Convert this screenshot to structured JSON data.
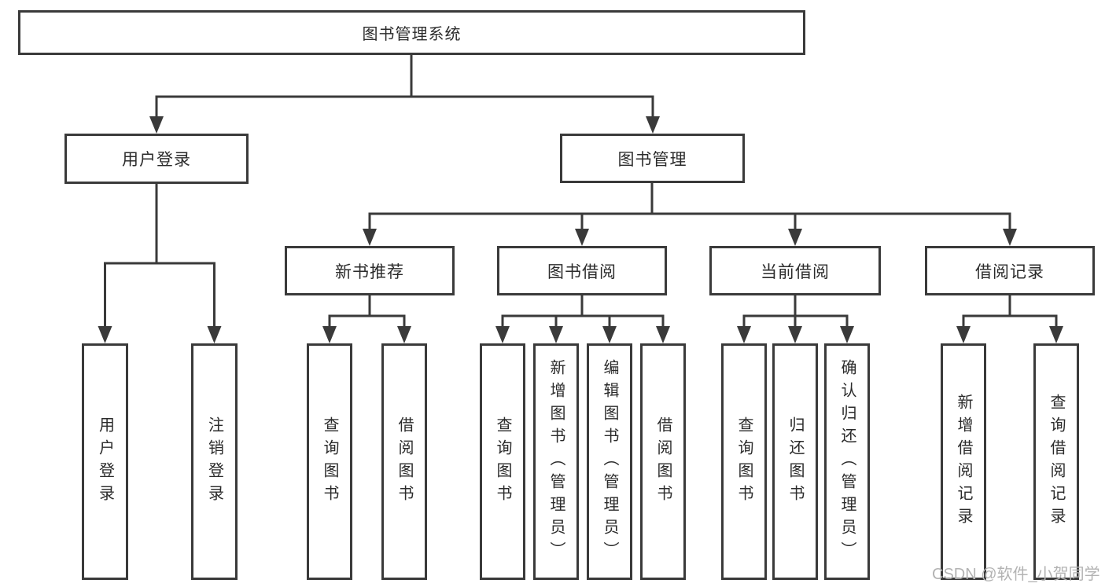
{
  "diagram_type": "hierarchy-tree",
  "tree": {
    "label": "图书管理系统",
    "children": [
      {
        "label": "用户登录",
        "children": [
          {
            "label": "用户登录"
          },
          {
            "label": "注销登录"
          }
        ]
      },
      {
        "label": "图书管理",
        "children": [
          {
            "label": "新书推荐",
            "children": [
              {
                "label": "查询图书"
              },
              {
                "label": "借阅图书"
              }
            ]
          },
          {
            "label": "图书借阅",
            "children": [
              {
                "label": "查询图书"
              },
              {
                "label": "新增图书（管理员）"
              },
              {
                "label": "编辑图书（管理员）"
              },
              {
                "label": "借阅图书"
              }
            ]
          },
          {
            "label": "当前借阅",
            "children": [
              {
                "label": "查询图书"
              },
              {
                "label": "归还图书"
              },
              {
                "label": "确认归还（管理员）"
              }
            ]
          },
          {
            "label": "借阅记录",
            "children": [
              {
                "label": "新增借阅记录"
              },
              {
                "label": "查询借阅记录"
              }
            ]
          }
        ]
      }
    ]
  },
  "watermark": {
    "text": "CSDN @软件_小贺同学"
  },
  "colors": {
    "line": "#3a3a3a",
    "text": "#2b2b2b",
    "box_bg": "#ffffff",
    "background": "#ffffff",
    "watermark": "#b3b3b3"
  }
}
